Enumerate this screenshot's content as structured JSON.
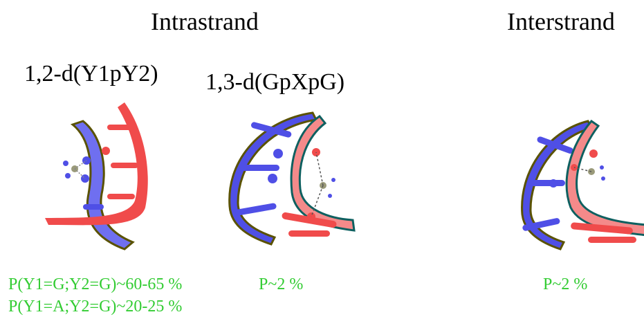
{
  "headings": {
    "intrastrand": "Intrastrand",
    "interstrand": "Interstrand"
  },
  "adducts": {
    "a12": {
      "title": "1,2-d(Y1pY2)",
      "prob_1": "P(Y1=G;Y2=G)~60-65 %",
      "prob_2": "P(Y1=A;Y2=G)~20-25 %"
    },
    "a13": {
      "title": "1,3-d(GpXpG)",
      "prob": "P~2 %"
    },
    "inter": {
      "prob": "P~2 %"
    }
  },
  "colors": {
    "strand_blue": "#4f4fe6",
    "strand_red": "#f04b4b",
    "backbone_dark": "#5a5200",
    "backbone_teal": "#0e6060",
    "platinum": "#9a9a7a",
    "probability_text": "#33cc33"
  }
}
